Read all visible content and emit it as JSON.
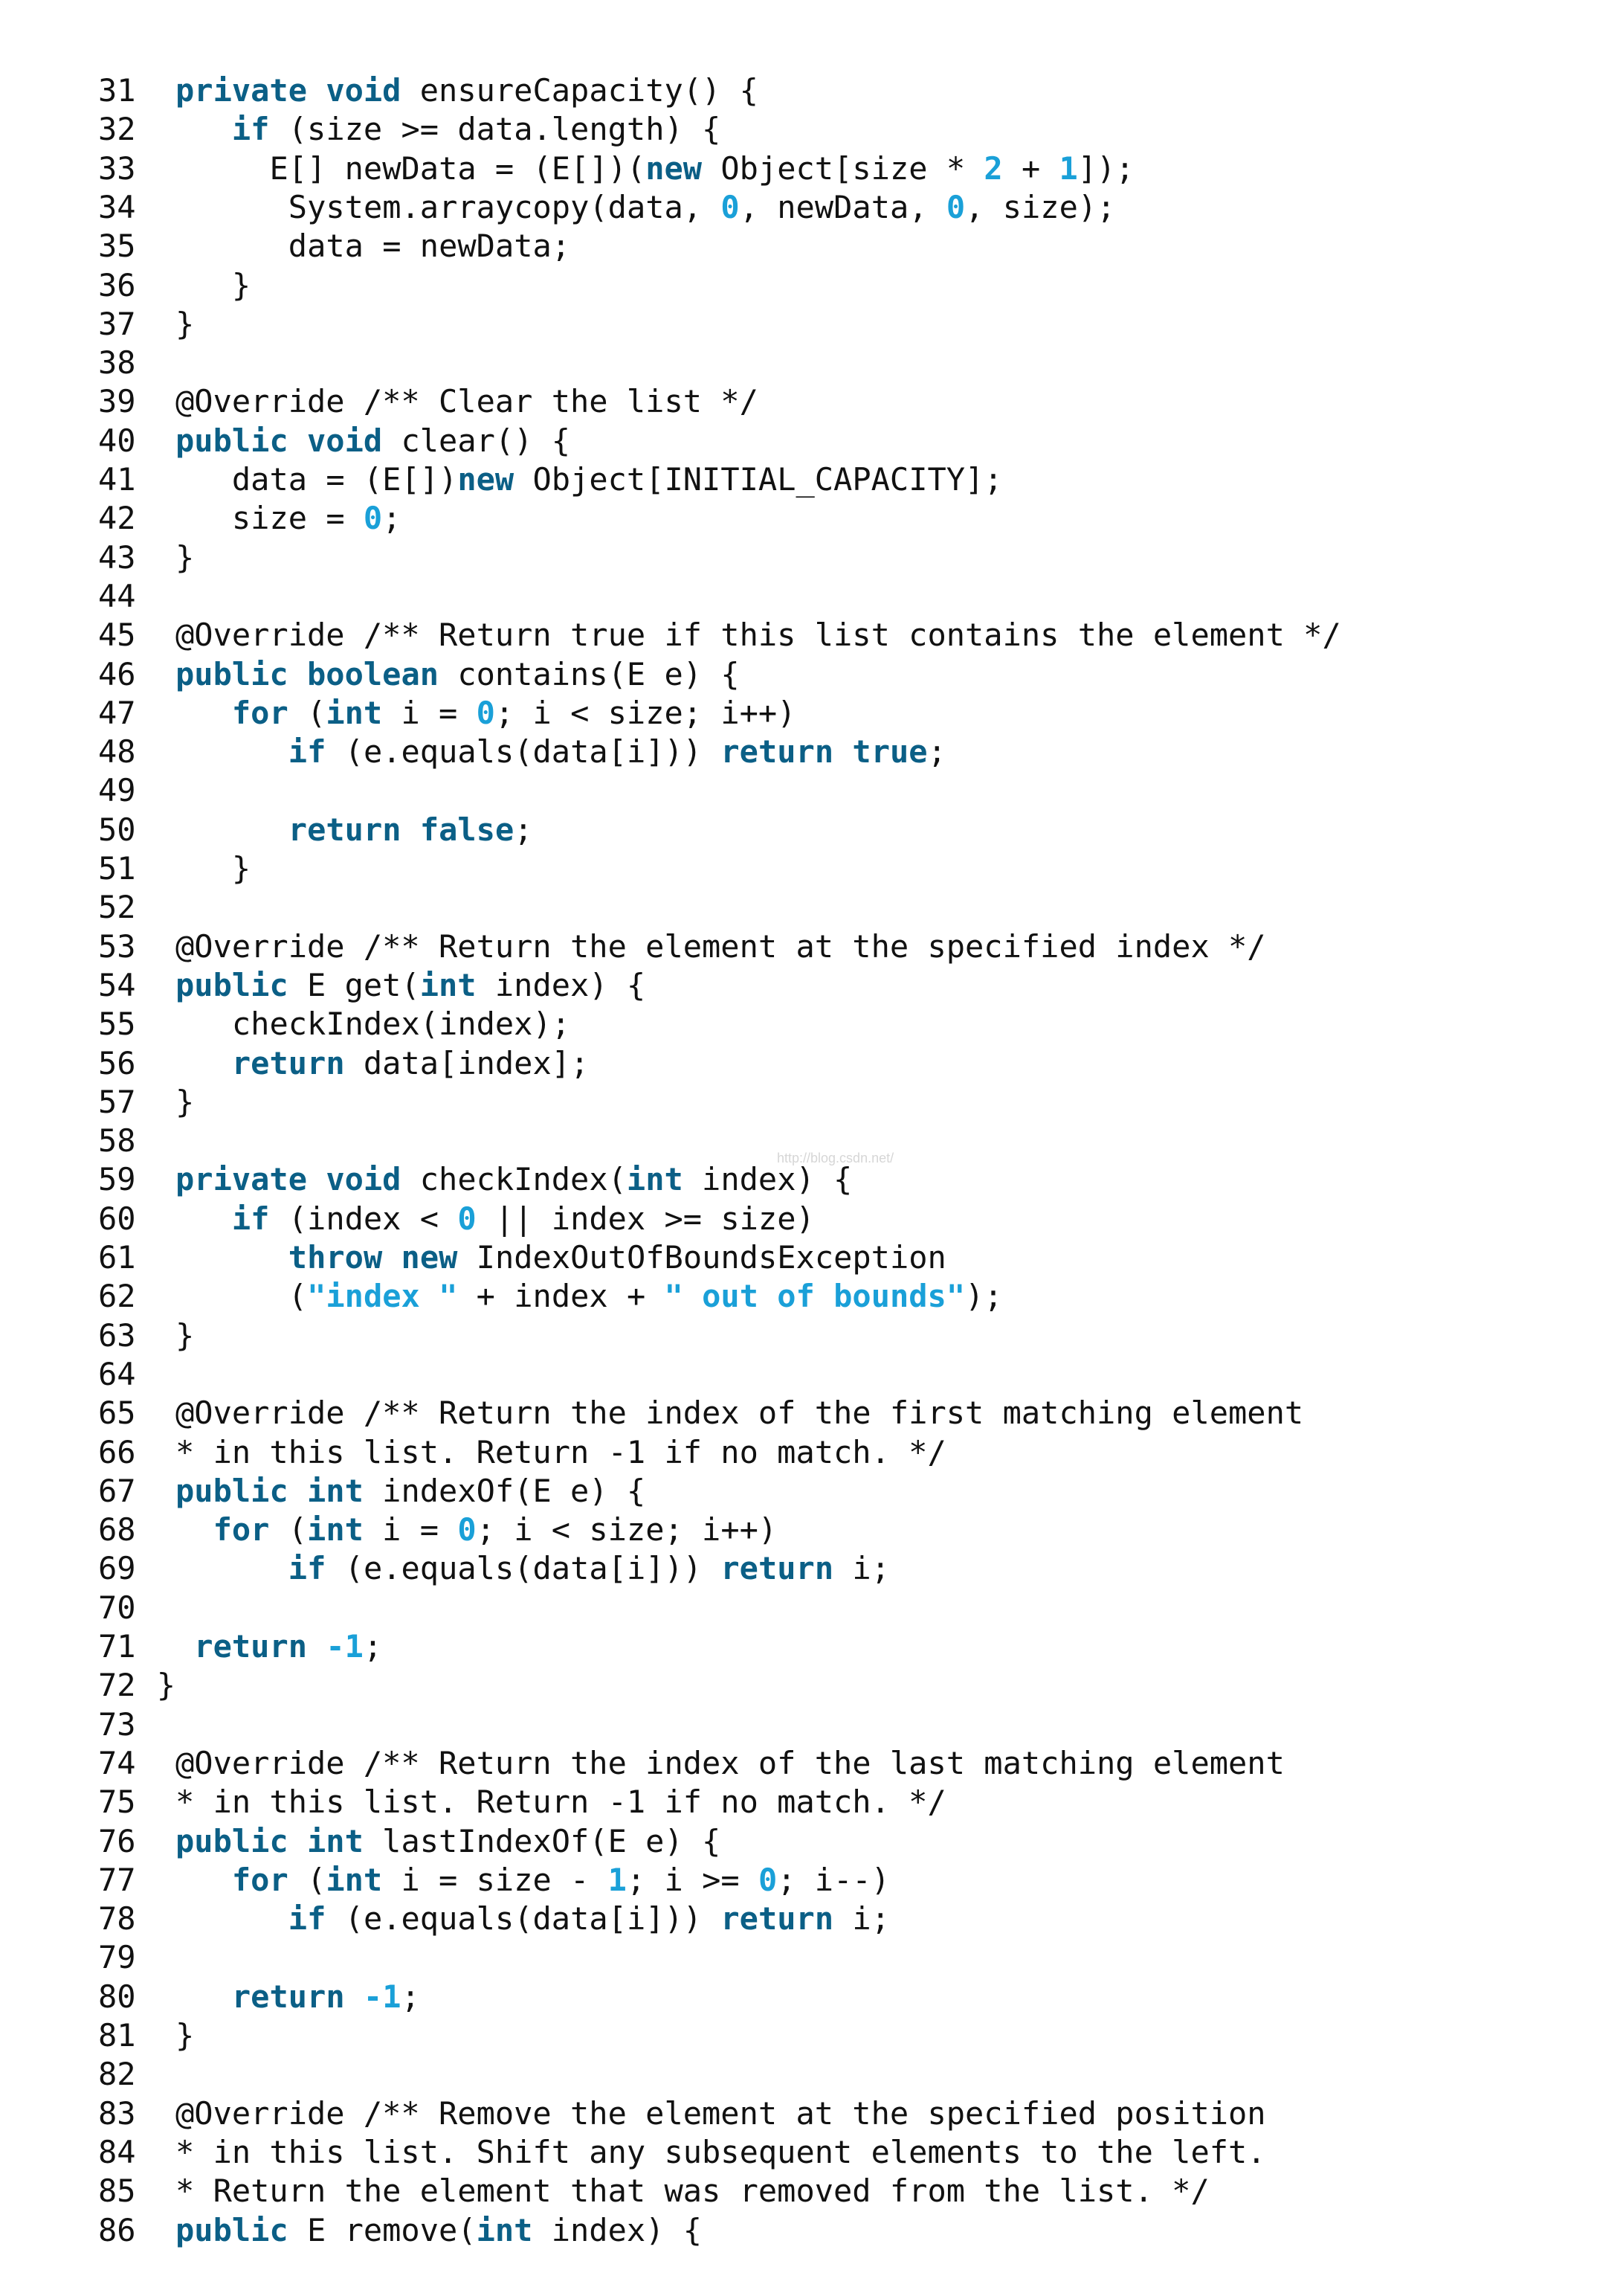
{
  "code": {
    "lines": [
      {
        "n": "31",
        "indent": 0,
        "tokens": [
          {
            "t": "kw",
            "v": "private"
          },
          {
            "t": "plain",
            "v": " "
          },
          {
            "t": "kw",
            "v": "void"
          },
          {
            "t": "plain",
            "v": " ensureCapacity() {"
          }
        ]
      },
      {
        "n": "32",
        "indent": 3,
        "tokens": [
          {
            "t": "kw",
            "v": "if"
          },
          {
            "t": "plain",
            "v": " (size >= data.length) {"
          }
        ]
      },
      {
        "n": "33",
        "indent": 5,
        "tokens": [
          {
            "t": "plain",
            "v": "E[] newData = (E[])("
          },
          {
            "t": "kw",
            "v": "new"
          },
          {
            "t": "plain",
            "v": " Object[size * "
          },
          {
            "t": "num",
            "v": "2"
          },
          {
            "t": "plain",
            "v": " + "
          },
          {
            "t": "num",
            "v": "1"
          },
          {
            "t": "plain",
            "v": "]);"
          }
        ]
      },
      {
        "n": "34",
        "indent": 6,
        "tokens": [
          {
            "t": "plain",
            "v": "System.arraycopy(data, "
          },
          {
            "t": "num",
            "v": "0"
          },
          {
            "t": "plain",
            "v": ", newData, "
          },
          {
            "t": "num",
            "v": "0"
          },
          {
            "t": "plain",
            "v": ", size);"
          }
        ]
      },
      {
        "n": "35",
        "indent": 6,
        "tokens": [
          {
            "t": "plain",
            "v": "data = newData;"
          }
        ]
      },
      {
        "n": "36",
        "indent": 3,
        "tokens": [
          {
            "t": "plain",
            "v": "}"
          }
        ]
      },
      {
        "n": "37",
        "indent": 0,
        "tokens": [
          {
            "t": "plain",
            "v": "}"
          }
        ]
      },
      {
        "n": "38",
        "indent": 0,
        "tokens": []
      },
      {
        "n": "39",
        "indent": 0,
        "tokens": [
          {
            "t": "plain",
            "v": "@Override /** Clear the list */"
          }
        ]
      },
      {
        "n": "40",
        "indent": 0,
        "tokens": [
          {
            "t": "kw",
            "v": "public"
          },
          {
            "t": "plain",
            "v": " "
          },
          {
            "t": "kw",
            "v": "void"
          },
          {
            "t": "plain",
            "v": " clear() {"
          }
        ]
      },
      {
        "n": "41",
        "indent": 3,
        "tokens": [
          {
            "t": "plain",
            "v": "data = (E[])"
          },
          {
            "t": "kw",
            "v": "new"
          },
          {
            "t": "plain",
            "v": " Object[INITIAL_CAPACITY];"
          }
        ]
      },
      {
        "n": "42",
        "indent": 3,
        "tokens": [
          {
            "t": "plain",
            "v": "size = "
          },
          {
            "t": "num",
            "v": "0"
          },
          {
            "t": "plain",
            "v": ";"
          }
        ]
      },
      {
        "n": "43",
        "indent": 0,
        "tokens": [
          {
            "t": "plain",
            "v": "}"
          }
        ]
      },
      {
        "n": "44",
        "indent": 0,
        "tokens": []
      },
      {
        "n": "45",
        "indent": 0,
        "tokens": [
          {
            "t": "plain",
            "v": "@Override /** Return true if this list contains the element */"
          }
        ]
      },
      {
        "n": "46",
        "indent": 0,
        "tokens": [
          {
            "t": "kw",
            "v": "public"
          },
          {
            "t": "plain",
            "v": " "
          },
          {
            "t": "kw",
            "v": "boolean"
          },
          {
            "t": "plain",
            "v": " contains(E e) {"
          }
        ]
      },
      {
        "n": "47",
        "indent": 3,
        "tokens": [
          {
            "t": "kw",
            "v": "for"
          },
          {
            "t": "plain",
            "v": " ("
          },
          {
            "t": "kw",
            "v": "int"
          },
          {
            "t": "plain",
            "v": " i = "
          },
          {
            "t": "num",
            "v": "0"
          },
          {
            "t": "plain",
            "v": "; i < size; i++)"
          }
        ]
      },
      {
        "n": "48",
        "indent": 6,
        "tokens": [
          {
            "t": "kw",
            "v": "if"
          },
          {
            "t": "plain",
            "v": " (e.equals(data[i])) "
          },
          {
            "t": "kw",
            "v": "return"
          },
          {
            "t": "plain",
            "v": " "
          },
          {
            "t": "kw",
            "v": "true"
          },
          {
            "t": "plain",
            "v": ";"
          }
        ]
      },
      {
        "n": "49",
        "indent": 0,
        "tokens": []
      },
      {
        "n": "50",
        "indent": 6,
        "tokens": [
          {
            "t": "kw",
            "v": "return"
          },
          {
            "t": "plain",
            "v": " "
          },
          {
            "t": "kw",
            "v": "false"
          },
          {
            "t": "plain",
            "v": ";"
          }
        ]
      },
      {
        "n": "51",
        "indent": 3,
        "tokens": [
          {
            "t": "plain",
            "v": "}"
          }
        ]
      },
      {
        "n": "52",
        "indent": 0,
        "tokens": []
      },
      {
        "n": "53",
        "indent": 0,
        "tokens": [
          {
            "t": "plain",
            "v": "@Override /** Return the element at the specified index */"
          }
        ]
      },
      {
        "n": "54",
        "indent": 0,
        "tokens": [
          {
            "t": "kw",
            "v": "public"
          },
          {
            "t": "plain",
            "v": " E get("
          },
          {
            "t": "kw",
            "v": "int"
          },
          {
            "t": "plain",
            "v": " index) {"
          }
        ]
      },
      {
        "n": "55",
        "indent": 3,
        "tokens": [
          {
            "t": "plain",
            "v": "checkIndex(index);"
          }
        ]
      },
      {
        "n": "56",
        "indent": 3,
        "tokens": [
          {
            "t": "kw",
            "v": "return"
          },
          {
            "t": "plain",
            "v": " data[index];"
          }
        ]
      },
      {
        "n": "57",
        "indent": 0,
        "tokens": [
          {
            "t": "plain",
            "v": "}"
          }
        ]
      },
      {
        "n": "58",
        "indent": 0,
        "tokens": []
      },
      {
        "n": "59",
        "indent": 0,
        "tokens": [
          {
            "t": "kw",
            "v": "private"
          },
          {
            "t": "plain",
            "v": " "
          },
          {
            "t": "kw",
            "v": "void"
          },
          {
            "t": "plain",
            "v": " checkIndex("
          },
          {
            "t": "kw",
            "v": "int"
          },
          {
            "t": "plain",
            "v": " index) {"
          }
        ]
      },
      {
        "n": "60",
        "indent": 3,
        "tokens": [
          {
            "t": "kw",
            "v": "if"
          },
          {
            "t": "plain",
            "v": " (index < "
          },
          {
            "t": "num",
            "v": "0"
          },
          {
            "t": "plain",
            "v": " || index >= size)"
          }
        ]
      },
      {
        "n": "61",
        "indent": 6,
        "tokens": [
          {
            "t": "kw",
            "v": "throw"
          },
          {
            "t": "plain",
            "v": " "
          },
          {
            "t": "kw",
            "v": "new"
          },
          {
            "t": "plain",
            "v": " IndexOutOfBoundsException"
          }
        ]
      },
      {
        "n": "62",
        "indent": 6,
        "tokens": [
          {
            "t": "plain",
            "v": "("
          },
          {
            "t": "str",
            "v": "\"index \""
          },
          {
            "t": "plain",
            "v": " + index + "
          },
          {
            "t": "str",
            "v": "\" out of bounds\""
          },
          {
            "t": "plain",
            "v": ");"
          }
        ]
      },
      {
        "n": "63",
        "indent": 0,
        "tokens": [
          {
            "t": "plain",
            "v": "}"
          }
        ]
      },
      {
        "n": "64",
        "indent": 0,
        "tokens": []
      },
      {
        "n": "65",
        "indent": 0,
        "tokens": [
          {
            "t": "plain",
            "v": "@Override /** Return the index of the first matching element"
          }
        ]
      },
      {
        "n": "66",
        "indent": 0,
        "tokens": [
          {
            "t": "plain",
            "v": "* in this list. Return -1 if no match. */"
          }
        ]
      },
      {
        "n": "67",
        "indent": 0,
        "tokens": [
          {
            "t": "kw",
            "v": "public"
          },
          {
            "t": "plain",
            "v": " "
          },
          {
            "t": "kw",
            "v": "int"
          },
          {
            "t": "plain",
            "v": " indexOf(E e) {"
          }
        ]
      },
      {
        "n": "68",
        "indent": 2,
        "tokens": [
          {
            "t": "kw",
            "v": "for"
          },
          {
            "t": "plain",
            "v": " ("
          },
          {
            "t": "kw",
            "v": "int"
          },
          {
            "t": "plain",
            "v": " i = "
          },
          {
            "t": "num",
            "v": "0"
          },
          {
            "t": "plain",
            "v": "; i < size; i++)"
          }
        ]
      },
      {
        "n": "69",
        "indent": 6,
        "tokens": [
          {
            "t": "kw",
            "v": "if"
          },
          {
            "t": "plain",
            "v": " (e.equals(data[i])) "
          },
          {
            "t": "kw",
            "v": "return"
          },
          {
            "t": "plain",
            "v": " i;"
          }
        ]
      },
      {
        "n": "70",
        "indent": 0,
        "tokens": []
      },
      {
        "n": "71",
        "indent": 1,
        "tokens": [
          {
            "t": "kw",
            "v": "return"
          },
          {
            "t": "plain",
            "v": " "
          },
          {
            "t": "num",
            "v": "-1"
          },
          {
            "t": "plain",
            "v": ";"
          }
        ]
      },
      {
        "n": "72",
        "indent": -1,
        "tokens": [
          {
            "t": "plain",
            "v": "}"
          }
        ]
      },
      {
        "n": "73",
        "indent": 0,
        "tokens": []
      },
      {
        "n": "74",
        "indent": 0,
        "tokens": [
          {
            "t": "plain",
            "v": "@Override /** Return the index of the last matching element"
          }
        ]
      },
      {
        "n": "75",
        "indent": 0,
        "tokens": [
          {
            "t": "plain",
            "v": "* in this list. Return -1 if no match. */"
          }
        ]
      },
      {
        "n": "76",
        "indent": 0,
        "tokens": [
          {
            "t": "kw",
            "v": "public"
          },
          {
            "t": "plain",
            "v": " "
          },
          {
            "t": "kw",
            "v": "int"
          },
          {
            "t": "plain",
            "v": " lastIndexOf(E e) {"
          }
        ]
      },
      {
        "n": "77",
        "indent": 3,
        "tokens": [
          {
            "t": "kw",
            "v": "for"
          },
          {
            "t": "plain",
            "v": " ("
          },
          {
            "t": "kw",
            "v": "int"
          },
          {
            "t": "plain",
            "v": " i = size - "
          },
          {
            "t": "num",
            "v": "1"
          },
          {
            "t": "plain",
            "v": "; i >= "
          },
          {
            "t": "num",
            "v": "0"
          },
          {
            "t": "plain",
            "v": "; i--)"
          }
        ]
      },
      {
        "n": "78",
        "indent": 6,
        "tokens": [
          {
            "t": "kw",
            "v": "if"
          },
          {
            "t": "plain",
            "v": " (e.equals(data[i])) "
          },
          {
            "t": "kw",
            "v": "return"
          },
          {
            "t": "plain",
            "v": " i;"
          }
        ]
      },
      {
        "n": "79",
        "indent": 0,
        "tokens": []
      },
      {
        "n": "80",
        "indent": 3,
        "tokens": [
          {
            "t": "kw",
            "v": "return"
          },
          {
            "t": "plain",
            "v": " "
          },
          {
            "t": "num",
            "v": "-1"
          },
          {
            "t": "plain",
            "v": ";"
          }
        ]
      },
      {
        "n": "81",
        "indent": 0,
        "tokens": [
          {
            "t": "plain",
            "v": "}"
          }
        ]
      },
      {
        "n": "82",
        "indent": 0,
        "tokens": []
      },
      {
        "n": "83",
        "indent": 0,
        "tokens": [
          {
            "t": "plain",
            "v": "@Override /** Remove the element at the specified position"
          }
        ]
      },
      {
        "n": "84",
        "indent": 0,
        "tokens": [
          {
            "t": "plain",
            "v": "* in this list. Shift any subsequent elements to the left."
          }
        ]
      },
      {
        "n": "85",
        "indent": 0,
        "tokens": [
          {
            "t": "plain",
            "v": "* Return the element that was removed from the list. */"
          }
        ]
      },
      {
        "n": "86",
        "indent": 0,
        "tokens": [
          {
            "t": "kw",
            "v": "public"
          },
          {
            "t": "plain",
            "v": " E remove("
          },
          {
            "t": "kw",
            "v": "int"
          },
          {
            "t": "plain",
            "v": " index) {"
          }
        ]
      }
    ]
  },
  "watermark": "http://blog.csdn.net/",
  "colors": {
    "keyword": "#0b5f86",
    "number": "#1aa0d8",
    "string": "#1aa0d8",
    "text": "#111111",
    "background": "#ffffff"
  }
}
